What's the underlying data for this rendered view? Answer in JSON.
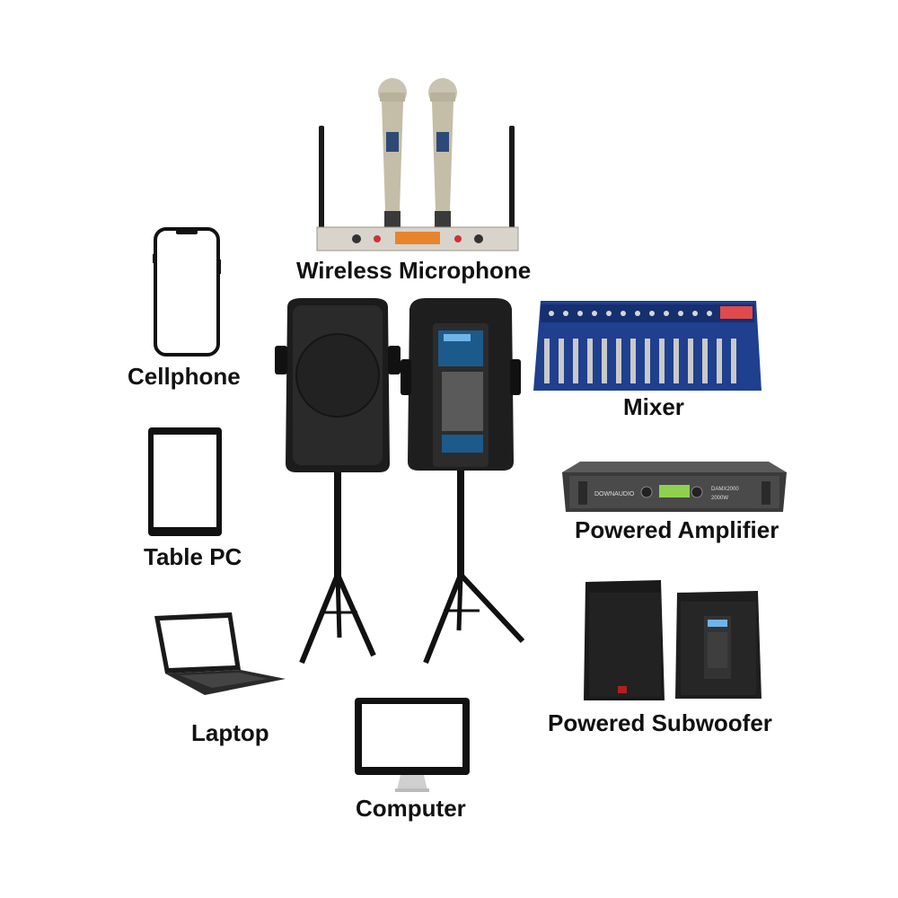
{
  "labels": {
    "wireless_microphone": "Wireless Microphone",
    "cellphone": "Cellphone",
    "mixer": "Mixer",
    "table_pc": "Table PC",
    "powered_amplifier": "Powered Amplifier",
    "laptop": "Laptop",
    "powered_subwoofer": "Powered Subwoofer",
    "computer": "Computer"
  },
  "device_text": {
    "amplifier_brand": "DOWNAUDIO",
    "amplifier_model": "DAMX2000",
    "amplifier_watt": "2000W"
  },
  "colors": {
    "mixer_blue": "#1f3f8f",
    "device_black": "#111111",
    "amp_gray": "#3a3a3a",
    "display_green": "#8fd14f",
    "display_orange": "#e8842a"
  },
  "icons": [
    "microphone-icon",
    "cellphone-icon",
    "tablet-icon",
    "laptop-icon",
    "monitor-icon",
    "speaker-icon",
    "mixer-icon",
    "amplifier-icon",
    "subwoofer-icon"
  ]
}
